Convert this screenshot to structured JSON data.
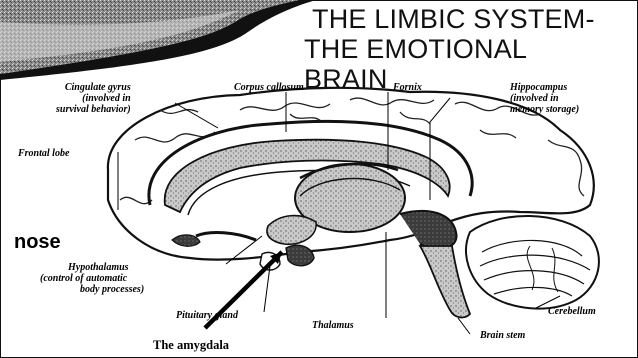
{
  "title": {
    "line1": "THE LIMBIC SYSTEM-",
    "line2": "THE EMOTIONAL BRAIN"
  },
  "labels": {
    "cingulate": {
      "name": "Cingulate gyrus",
      "note1": "(involved in",
      "note2": "survival behavior)"
    },
    "corpus": {
      "name": "Corpus callosum"
    },
    "fornix": {
      "name": "Fornix"
    },
    "hippocampus": {
      "name": "Hippocampus",
      "note1": "(involved in",
      "note2": "memory storage)"
    },
    "frontal": {
      "name": "Frontal lobe"
    },
    "nose": {
      "name": "nose"
    },
    "hypothalamus": {
      "name": "Hypothalamus",
      "note1": "(control of automatic",
      "note2": "body processes)"
    },
    "pituitary": {
      "name": "Pituitary gland"
    },
    "thalamus": {
      "name": "Thalamus"
    },
    "cerebellum": {
      "name": "Cerebellum"
    },
    "brainstem": {
      "name": "Brain stem"
    },
    "amygdala": {
      "name": "The amygdala"
    }
  }
}
